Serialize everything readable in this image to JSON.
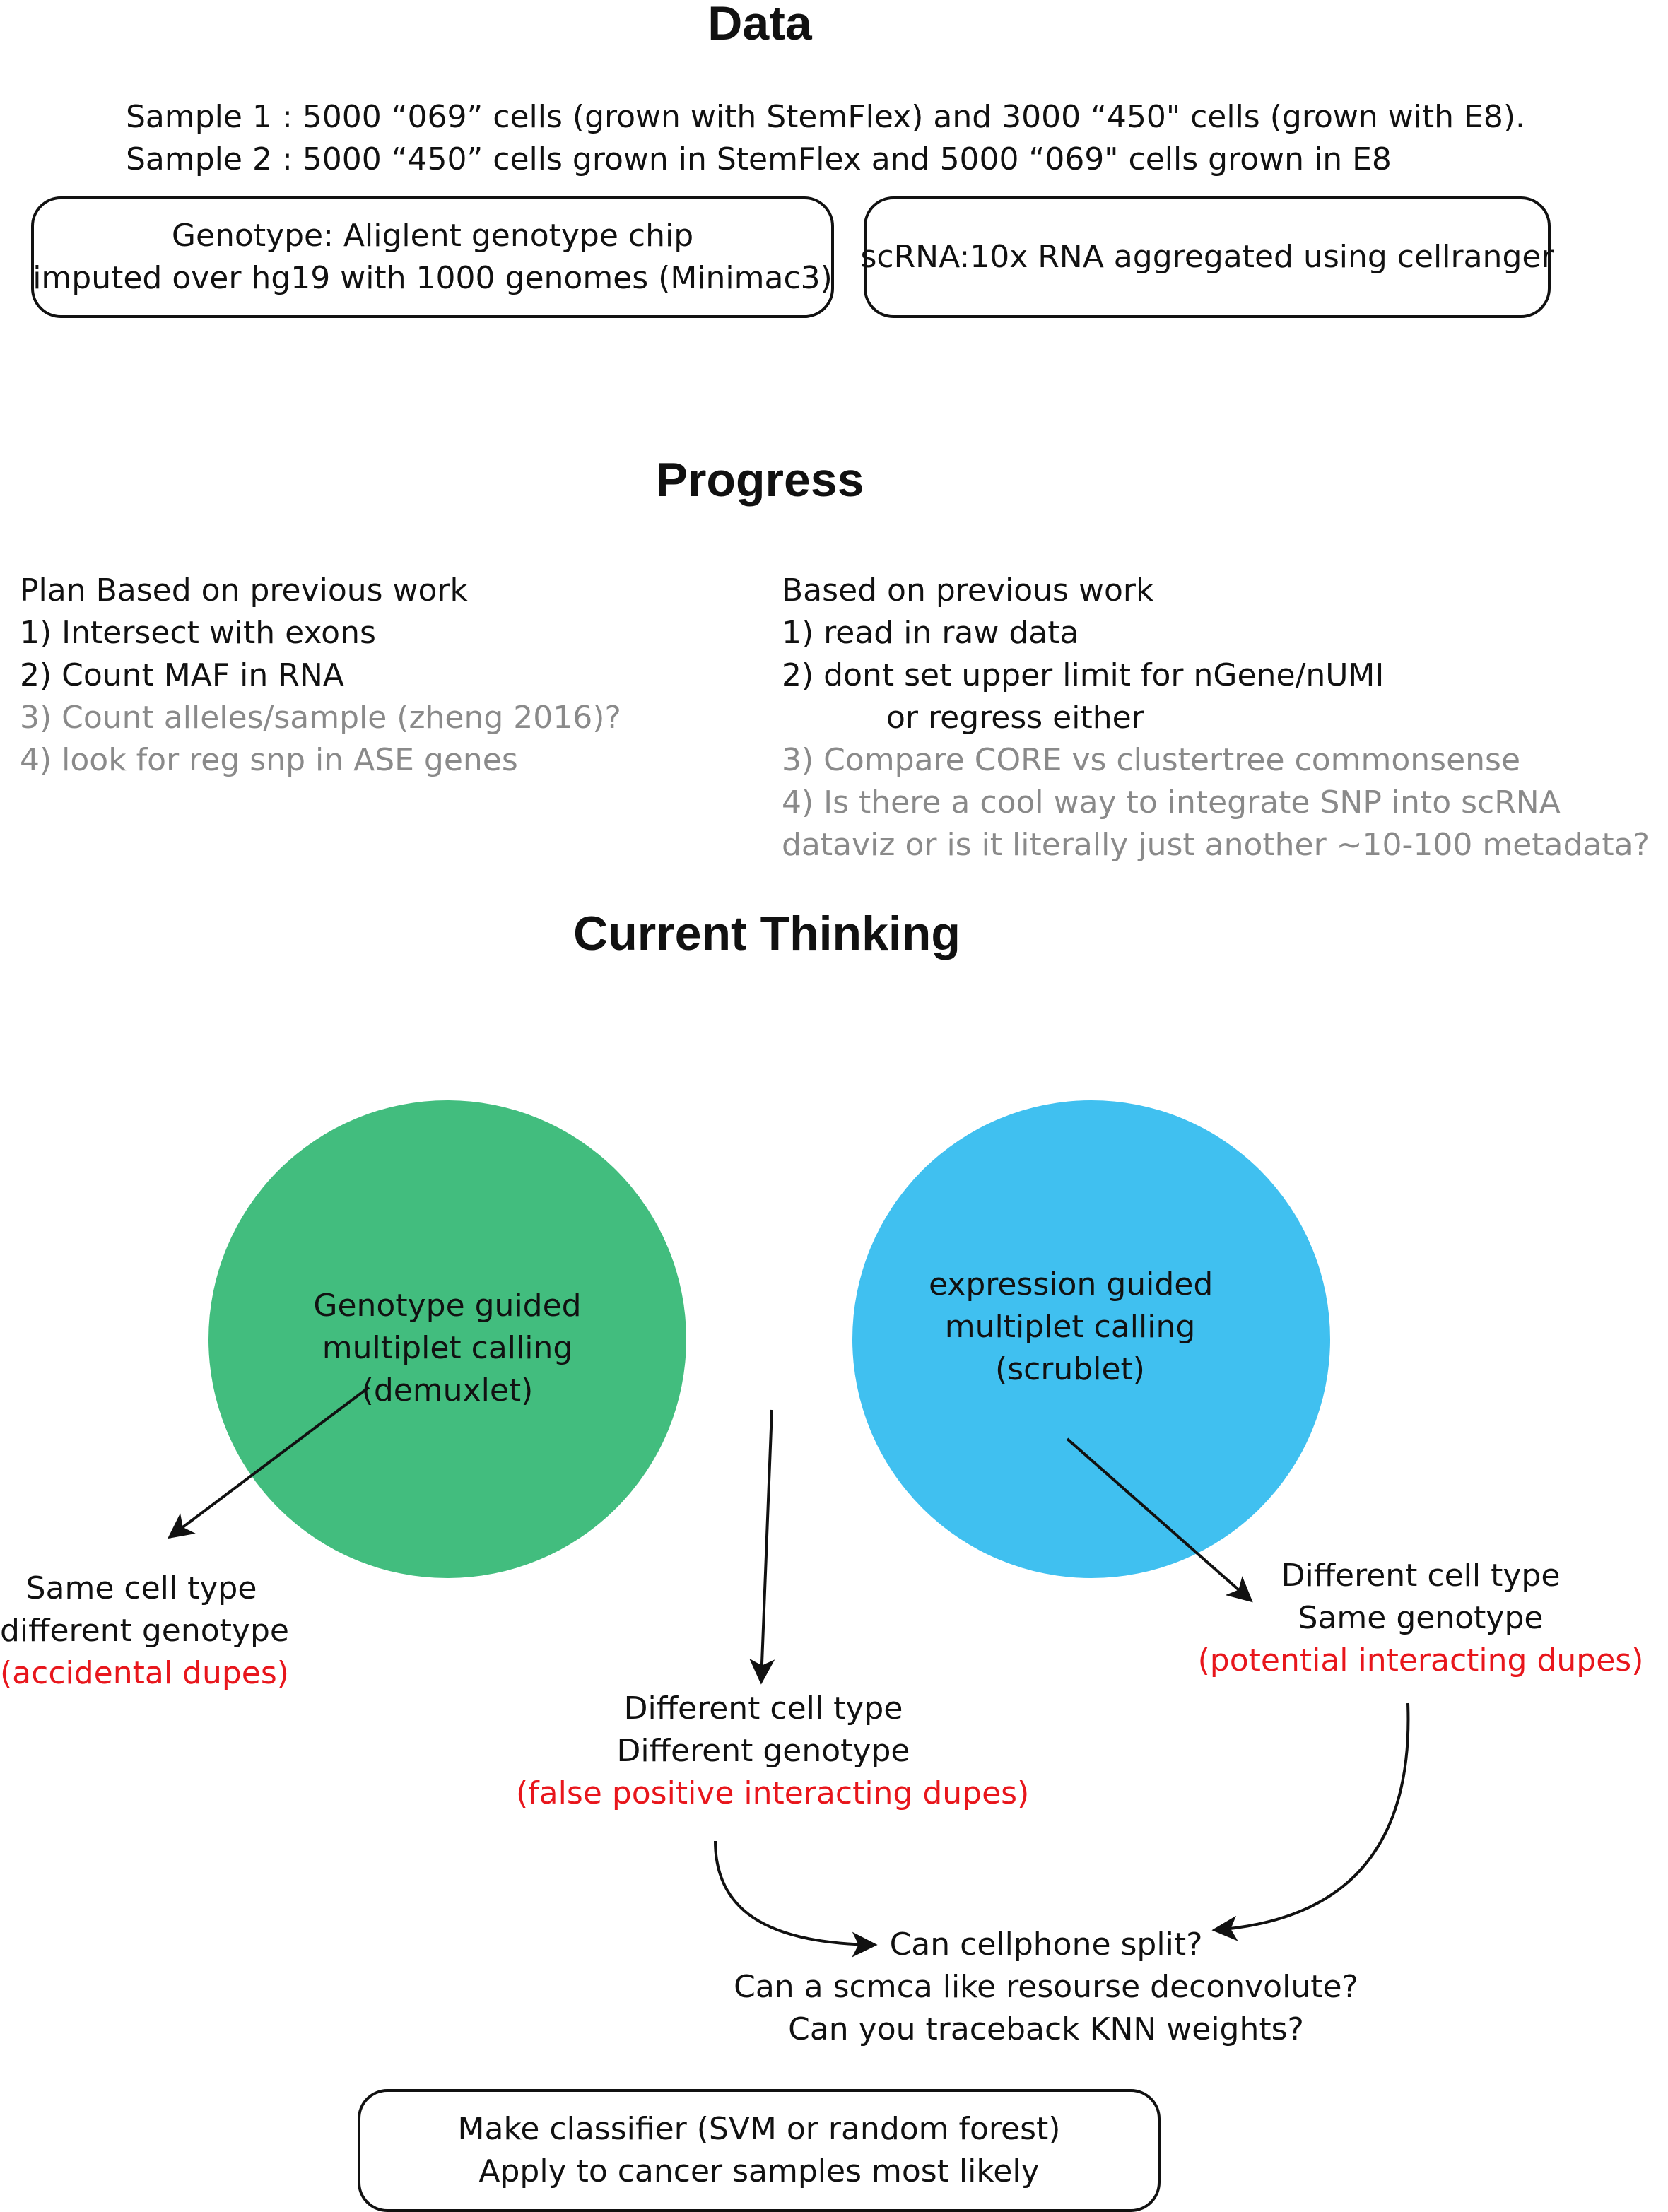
{
  "data_section": {
    "title": "Data",
    "samples": [
      "Sample 1 : 5000 “069” cells (grown with StemFlex) and 3000 “450\" cells (grown with E8).",
      "Sample 2 : 5000 “450” cells grown in StemFlex and 5000 “069\" cells grown in E8"
    ],
    "genotype_box": [
      "Genotype: Aliglent genotype chip",
      "imputed over hg19 with 1000 genomes (Minimac3)"
    ],
    "scrna_box": "scRNA:10x RNA aggregated using cellranger"
  },
  "progress_section": {
    "title": "Progress",
    "left": [
      {
        "text": "Plan Based on previous work",
        "muted": false
      },
      {
        "text": "1) Intersect with exons",
        "muted": false
      },
      {
        "text": "2) Count MAF in RNA",
        "muted": false
      },
      {
        "text": "3) Count alleles/sample (zheng 2016)?",
        "muted": true
      },
      {
        "text": "4) look for reg snp in ASE genes",
        "muted": true
      }
    ],
    "right": [
      {
        "text": "Based on previous work",
        "muted": false
      },
      {
        "text": "1) read in raw data",
        "muted": false
      },
      {
        "text": "2) dont set upper limit for nGene/nUMI",
        "muted": false
      },
      {
        "text": "or  regress either",
        "muted": false
      },
      {
        "text": "3) Compare CORE vs clustertree commonsense",
        "muted": true
      },
      {
        "text": "4) Is there a cool way to integrate SNP into scRNA",
        "muted": true
      },
      {
        "text": "dataviz or is it literally just another ~10-100 metadata?",
        "muted": true
      }
    ]
  },
  "thinking_section": {
    "title": "Current Thinking",
    "green_circle": [
      "Genotype guided",
      "multiplet calling",
      "(demuxlet)"
    ],
    "blue_circle": [
      "expression guided",
      "multiplet calling",
      "(scrublet)"
    ],
    "outcome_left": [
      "Same cell type",
      "different genotype",
      "(accidental dupes)"
    ],
    "outcome_middle": [
      "Different cell type",
      "Different genotype",
      "(false positive interacting dupes)"
    ],
    "outcome_right": [
      "Different cell type",
      "Same genotype",
      "(potential interacting dupes)"
    ],
    "questions": [
      "Can cellphone split?",
      "Can a scmca like resourse deconvolute?",
      "Can you traceback KNN weights?"
    ],
    "final_box": [
      "Make classifier  (SVM or random forest)",
      "Apply to cancer samples most likely"
    ]
  },
  "colors": {
    "green": "#42bd7e",
    "blue": "#40c0f0",
    "overlap": "#13b1d0",
    "highlight_red": "#e8161c",
    "muted_gray": "#8a8a8a"
  }
}
